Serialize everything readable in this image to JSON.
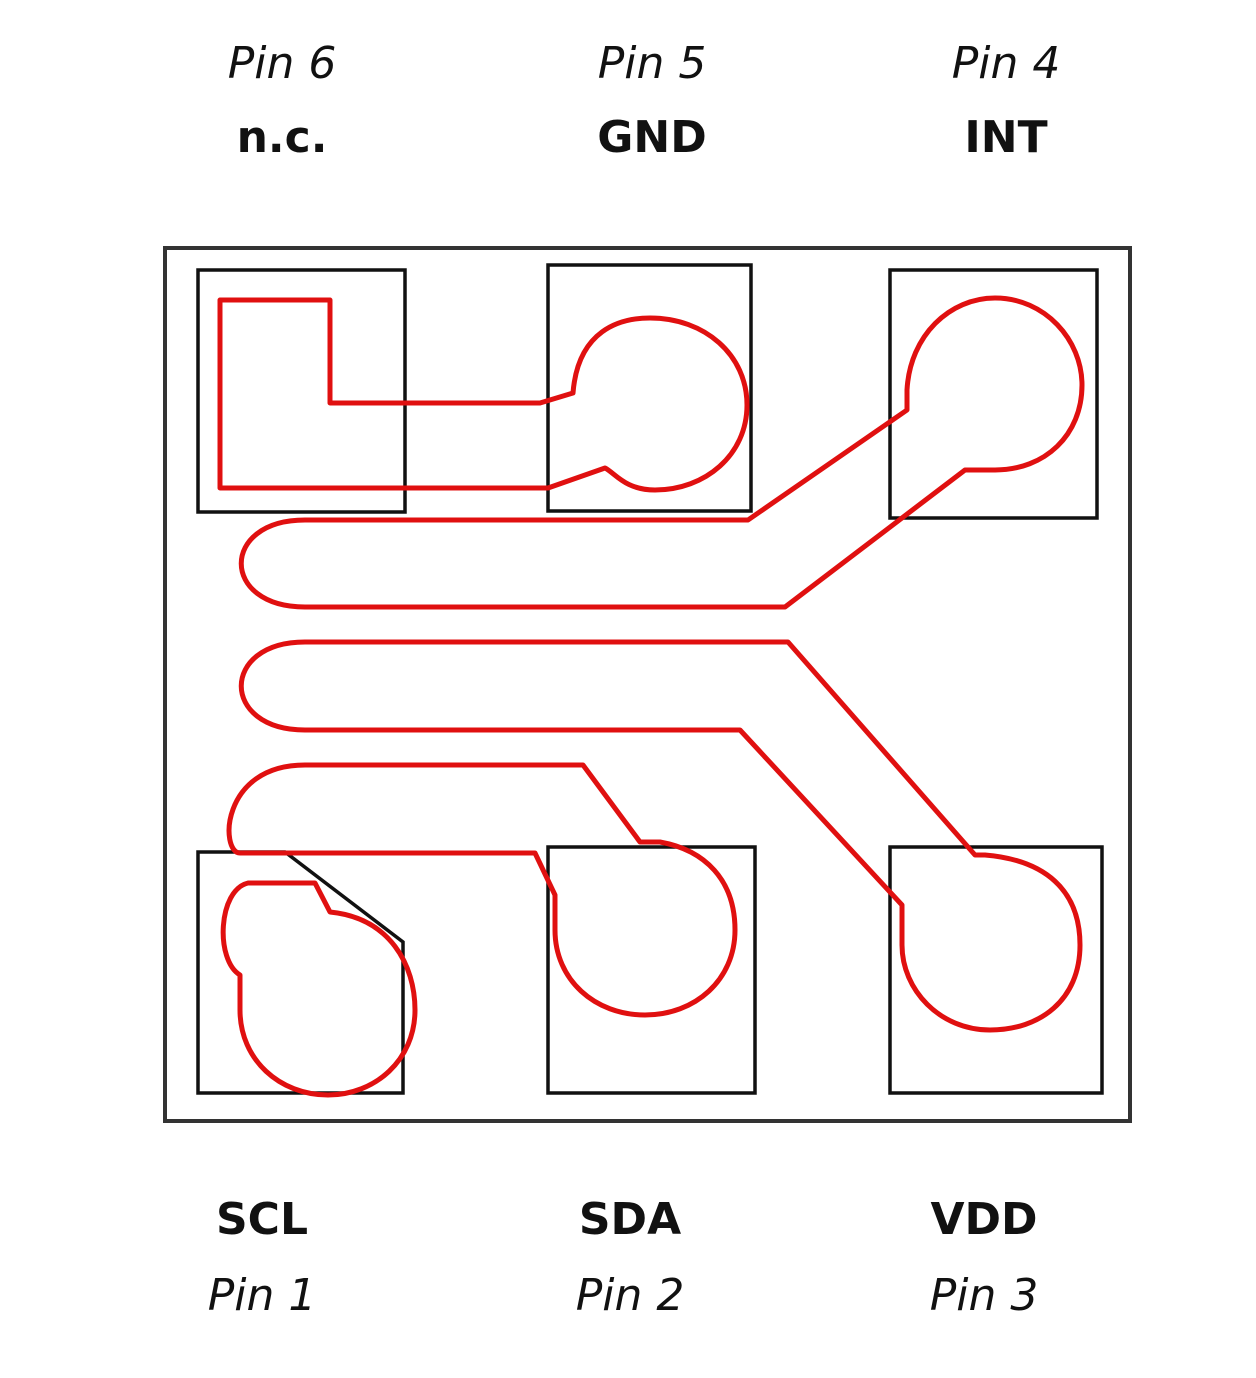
{
  "top_labels": [
    {
      "pin": "Pin 6",
      "signal": "n.c."
    },
    {
      "pin": "Pin 5",
      "signal": "GND"
    },
    {
      "pin": "Pin 4",
      "signal": "INT"
    }
  ],
  "bottom_labels": [
    {
      "signal": "SCL",
      "pin": "Pin 1"
    },
    {
      "signal": "SDA",
      "pin": "Pin 2"
    },
    {
      "signal": "VDD",
      "pin": "Pin 3"
    }
  ],
  "colors": {
    "trace": "#e01010",
    "outline": "#222222"
  }
}
